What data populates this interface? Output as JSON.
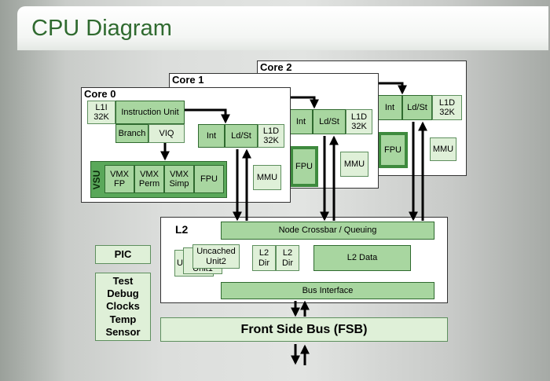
{
  "title": "CPU Diagram",
  "core2": {
    "label": "Core 2",
    "int": "Int",
    "ldst": "Ld/St",
    "l1d": "L1D\n32K",
    "fpu": "FPU",
    "mmu": "MMU"
  },
  "core1": {
    "label": "Core 1",
    "int": "Int",
    "ldst": "Ld/St",
    "l1d": "L1D\n32K",
    "fpu": "FPU",
    "mmu": "MMU"
  },
  "core0": {
    "label": "Core 0",
    "l1i": "L1I\n32K",
    "instruction_unit": "Instruction Unit",
    "branch": "Branch",
    "viq": "VIQ",
    "int": "Int",
    "ldst": "Ld/St",
    "l1d": "L1D\n32K",
    "vsu": "VSU",
    "vmx_fp": "VMX\nFP",
    "vmx_perm": "VMX\nPerm",
    "vmx_simp": "VMX\nSimp",
    "fpu": "FPU",
    "mmu": "MMU"
  },
  "l2": {
    "label": "L2",
    "crossbar": "Node Crossbar / Queuing",
    "uncached_back1": "U",
    "uncached_back2": "Unit1",
    "uncached": "Uncached\nUnit2",
    "dir1": "L2\nDir",
    "dir2": "L2\nDir",
    "data": "L2 Data",
    "bus_interface": "Bus Interface"
  },
  "pic": "PIC",
  "side_block": "Test\nDebug\nClocks\nTemp\nSensor",
  "fsb": "Front Side Bus (FSB)",
  "colors": {
    "title": "#2f6a2f",
    "unit_green": "#a8d6a0",
    "light_green": "#dff0d8",
    "dark_green": "#2f6a2f"
  }
}
